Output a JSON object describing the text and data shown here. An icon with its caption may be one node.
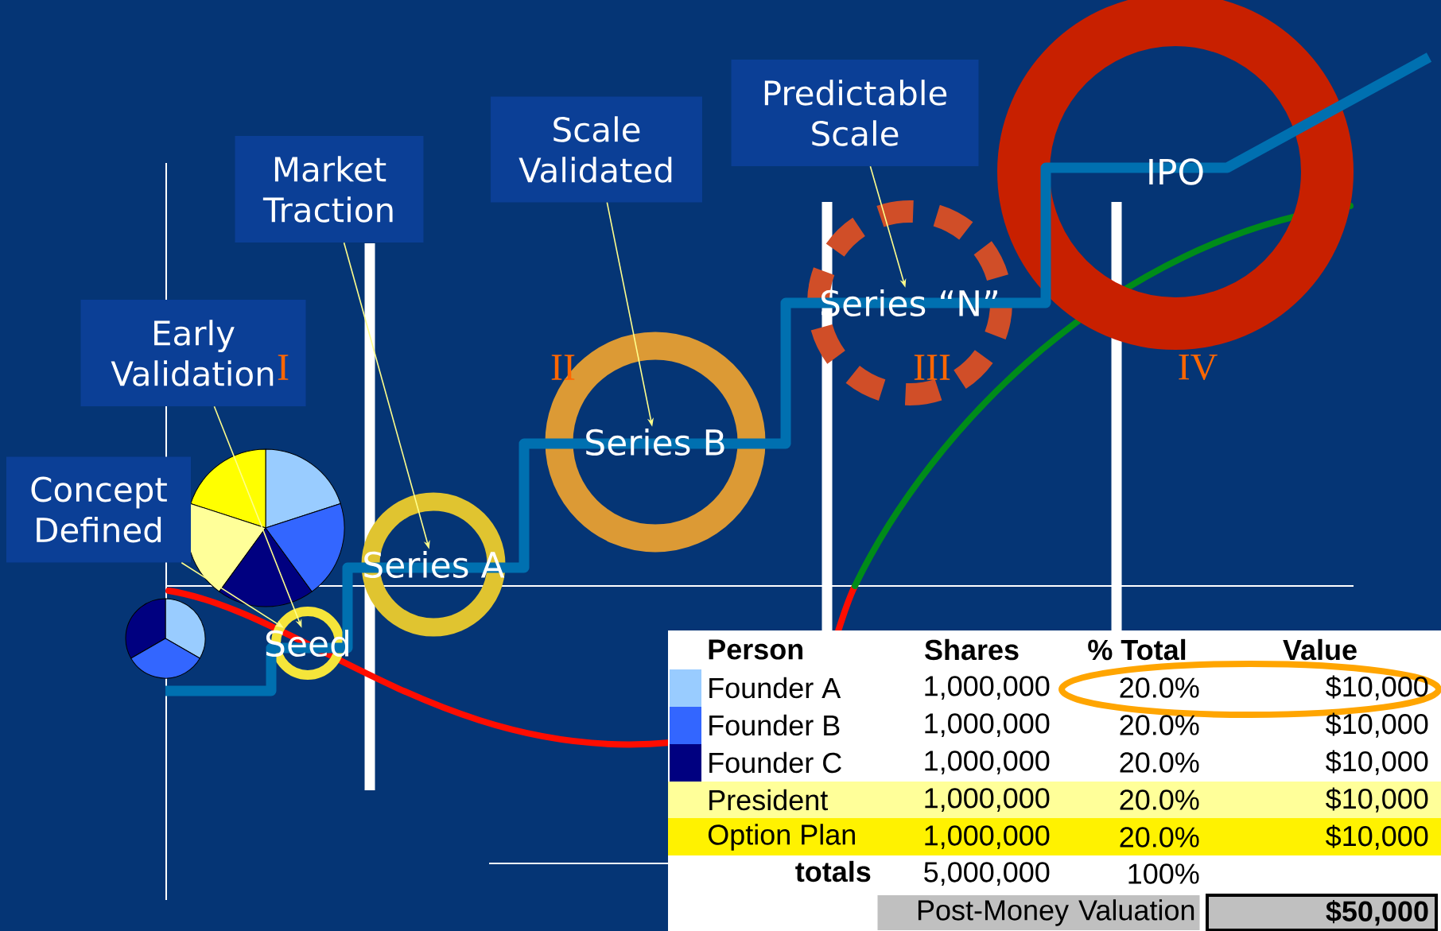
{
  "diagram": {
    "nodes": [
      {
        "text": [
          "Concept Defined"
        ]
      },
      {
        "text": [
          "Early Validation"
        ]
      },
      {
        "text": [
          "Market Traction"
        ]
      },
      {
        "text": [
          "Scale Validated"
        ]
      },
      {
        "text": [
          "Predictable Scale"
        ]
      },
      {
        "text": [
          "Seed"
        ]
      },
      {
        "text": [
          "Series A"
        ]
      },
      {
        "text": [
          "Series B"
        ]
      },
      {
        "text": [
          "Series “N”"
        ]
      },
      {
        "text": [
          "IPO"
        ]
      }
    ],
    "edges": [
      {
        "from": 0,
        "to": 5,
        "arrow": "to"
      },
      {
        "from": 1,
        "to": 5,
        "arrow": "to"
      },
      {
        "from": 2,
        "to": 6,
        "arrow": "to"
      },
      {
        "from": 3,
        "to": 7,
        "arrow": "to"
      },
      {
        "from": 4,
        "to": 8,
        "arrow": "to"
      }
    ],
    "labels": [
      "I",
      "II",
      "III",
      "IV",
      "Person",
      "Shares",
      "% Total",
      "Value",
      "Founder A",
      "1,000,000",
      "20.0%",
      "$10,000",
      "Founder B",
      "1,000,000",
      "20.0%",
      "$10,000",
      "Founder C",
      "1,000,000",
      "20.0%",
      "$10,000",
      "President",
      "1,000,000",
      "20.0%",
      "$10,000",
      "Option Plan",
      "1,000,000",
      "20.0%",
      "$10,000",
      "totals",
      "5,000,000",
      "100%",
      "Post-Money Valuation",
      "$50,000"
    ]
  }
}
